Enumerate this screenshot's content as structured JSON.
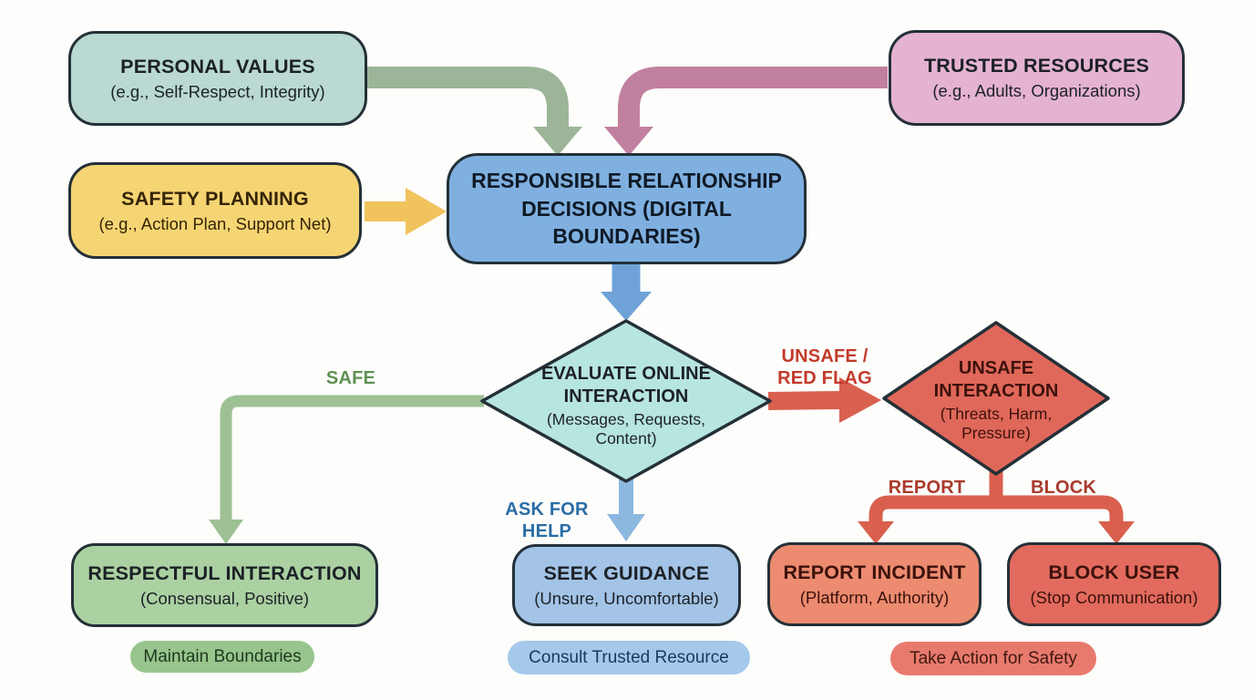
{
  "palette": {
    "background": "#fdfdfb",
    "border_dark": "#243038",
    "teal_box": "#b9d9d2",
    "yellow_box": "#f5d573",
    "pink_box": "#e5b3d2",
    "blue_hub_box": "#7fb0e0",
    "cyan_diamond": "#b7e5df",
    "red_diamond": "#e0685a",
    "green_box": "#abd1a2",
    "blue_guidance_box": "#a3c4e6",
    "salmon_box": "#ec8b70",
    "red_box": "#e26a5e",
    "green_pill": "#97c58d",
    "blue_pill": "#a5c9ea",
    "red_pill": "#e87a6d",
    "green_arrow": "#9cb598",
    "mauve_arrow": "#c2809f",
    "yellow_arrow": "#f0c35c",
    "blue_arrow": "#6fa3d8",
    "safe_green_arrow": "#9dc094",
    "help_blue_arrow": "#8cb8e0",
    "red_arrow": "#d9604e",
    "safe_label_color": "#5f9054",
    "unsafe_label_color": "#c23a2b",
    "help_label_color": "#2a6da6",
    "report_block_label_color": "#a93a2c"
  },
  "nodes": {
    "personal_values": {
      "title": "PERSONAL VALUES",
      "subtitle": "(e.g., Self-Respect, Integrity)"
    },
    "trusted_resources": {
      "title": "TRUSTED RESOURCES",
      "subtitle": "(e.g., Adults, Organizations)"
    },
    "safety_planning": {
      "title": "SAFETY PLANNING",
      "subtitle": "(e.g., Action Plan, Support Net)"
    },
    "decision_hub": {
      "title": "RESPONSIBLE RELATIONSHIP DECISIONS (DIGITAL BOUNDARIES)"
    },
    "evaluate": {
      "title": "EVALUATE ONLINE INTERACTION",
      "subtitle": "(Messages, Requests, Content)"
    },
    "unsafe": {
      "title": "UNSAFE INTERACTION",
      "subtitle": "(Threats, Harm, Pressure)"
    },
    "respectful": {
      "title": "RESPECTFUL INTERACTION",
      "subtitle": "(Consensual, Positive)"
    },
    "seek_guidance": {
      "title": "SEEK GUIDANCE",
      "subtitle": "(Unsure, Uncomfortable)"
    },
    "report_incident": {
      "title": "REPORT INCIDENT",
      "subtitle": "(Platform, Authority)"
    },
    "block_user": {
      "title": "BLOCK USER",
      "subtitle": "(Stop Communication)"
    }
  },
  "edge_labels": {
    "safe": "SAFE",
    "unsafe_line1": "UNSAFE /",
    "unsafe_line2": "RED FLAG",
    "ask_for_help": "ASK FOR HELP",
    "report": "REPORT",
    "block": "BLOCK"
  },
  "pills": {
    "maintain": "Maintain Boundaries",
    "consult": "Consult Trusted Resource",
    "take_action": "Take Action for Safety"
  }
}
